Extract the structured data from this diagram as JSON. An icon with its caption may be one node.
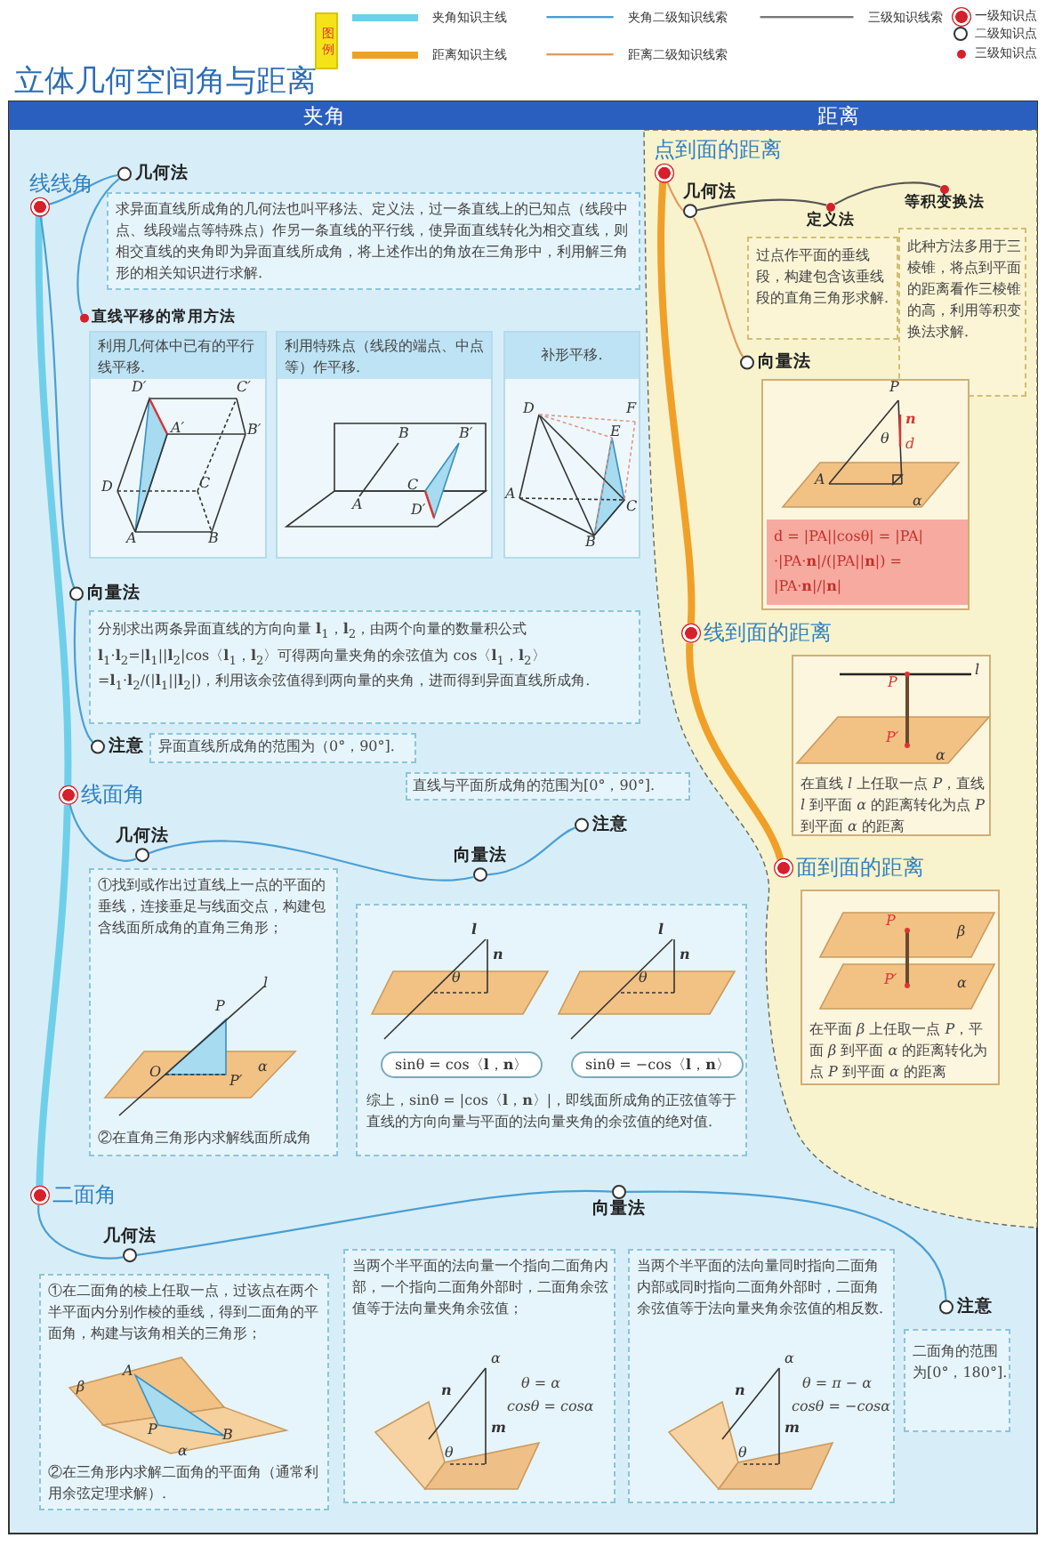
{
  "diagram": {
    "title": "立体几何空间角与距离",
    "nodes": [
      {
        "text": [
          "夹角"
        ]
      },
      {
        "text": [
          "距离"
        ]
      },
      {
        "text": [
          "线线角"
        ]
      },
      {
        "text": [
          "几何法"
        ]
      },
      {
        "text": [
          "求异面直线所成角的几何法也叫平移法、定义法，过一条直线上的已知点（线段中点、线段端点等特殊点）作另一条直线的平行线，使异面直线转化为相交直线，则相交直线的夹角即为异面直线所成角，将上述作出的角放在三角形中，利用解三角形的相关知识进行求解."
        ]
      },
      {
        "text": [
          "直线平移的常用方法"
        ]
      },
      {
        "text": [
          "利用几何体中已有的平行线平移."
        ]
      },
      {
        "text": [
          "利用特殊点（线段的端点、中点等）作平移."
        ]
      },
      {
        "text": [
          "补形平移."
        ]
      },
      {
        "text": [
          "向量法"
        ]
      },
      {
        "text": [
          "分别求出两条异面直线的方向向量 **l**$_{1}$，**l**$_{2}$，由两个向量的数量积公式 **l**$_{1}$·**l**$_{2}$=|**l**$_{1}$||**l**$_{2}$|cos〈**l**$_{1}$，**l**$_{2}$〉可得两向量夹角的余弦值为 cos〈**l**$_{1}$，**l**$_{2}$〉=**l**$_{1}$·**l**$_{2}$/(|**l**$_{1}$||**l**$_{2}$|)，利用该余弦值得到两向量的夹角，进而得到异面直线所成角."
        ]
      },
      {
        "text": [
          "注意"
        ]
      },
      {
        "text": [
          "异面直线所成角的范围为（0°，90°]."
        ]
      },
      {
        "text": [
          "线面角"
        ]
      },
      {
        "text": [
          "直线与平面所成角的范围为[0°，90°]."
        ]
      },
      {
        "text": [
          "几何法"
        ]
      },
      {
        "text": [
          "向量法"
        ]
      },
      {
        "text": [
          "注意"
        ]
      },
      {
        "text": [
          "①找到或作出过直线上一点的平面的垂线，连接垂足与线面交点，构建包含线面所成角的直角三角形；",
          "②在直角三角形内求解线面所成角"
        ]
      },
      {
        "text": [
          "sinθ = cos〈**l**，**n**〉",
          "sinθ = −cos〈**l**，**n**〉",
          "综上，sinθ = |cos〈**l**，**n**〉|，即线面所成角的正弦值等于直线的方向向量与平面的法向量夹角的余弦值的绝对值."
        ]
      },
      {
        "text": [
          "二面角"
        ]
      },
      {
        "text": [
          "几何法"
        ]
      },
      {
        "text": [
          "向量法"
        ]
      },
      {
        "text": [
          "注意"
        ]
      },
      {
        "text": [
          "①在二面角的棱上任取一点，过该点在两个半平面内分别作棱的垂线，得到二面角的平面角，构建与该角相关的三角形；",
          "②在三角形内求解二面角的平面角（通常利用余弦定理求解）."
        ]
      },
      {
        "text": [
          "当两个半平面的法向量一个指向二面角内部，一个指向二面角外部时，二面角余弦值等于法向量夹角余弦值；",
          "θ = α",
          "cosθ = cosα"
        ]
      },
      {
        "text": [
          "当两个半平面的法向量同时指向二面角内部或同时指向二面角外部时，二面角余弦值等于法向量夹角余弦值的相反数.",
          "θ = π − α",
          "cosθ = −cosα"
        ]
      },
      {
        "text": [
          "二面角的范围为[0°，180°]."
        ]
      },
      {
        "text": [
          "点到面的距离"
        ]
      },
      {
        "text": [
          "几何法"
        ]
      },
      {
        "text": [
          "定义法"
        ]
      },
      {
        "text": [
          "等积变换法"
        ]
      },
      {
        "text": [
          "过点作平面的垂线段，构建包含该垂线段的直角三角形求解."
        ]
      },
      {
        "text": [
          "此种方法多用于三棱锥，将点到平面的距离看作三棱锥的高，利用等积变换法求解."
        ]
      },
      {
        "text": [
          "向量法"
        ]
      },
      {
        "text": [
          "d = |PA||cosθ| = |PA|·|PA·**n**|/(|PA||**n**|) = |PA·**n**|/|**n**|"
        ]
      },
      {
        "text": [
          "线到面的距离"
        ]
      },
      {
        "text": [
          "在直线 *l* 上任取一点 *P*，直线 *l* 到平面 *α* 的距离转化为点 *P* 到平面 *α* 的距离"
        ]
      },
      {
        "text": [
          "面到面的距离"
        ]
      },
      {
        "text": [
          "在平面 *β* 上任取一点 *P*，平面 *β* 到平面 *α* 的距离转化为点 *P* 到平面 *α* 的距离"
        ]
      }
    ],
    "edges": [
      {
        "from": 2,
        "to": 13,
        "arrow": "none",
        "style": "thick",
        "color": "#6fcfea"
      },
      {
        "from": 13,
        "to": 20,
        "arrow": "none",
        "style": "thick",
        "color": "#6fcfea"
      },
      {
        "from": 2,
        "to": 3,
        "arrow": "none"
      },
      {
        "from": 3,
        "to": 5,
        "arrow": "none"
      },
      {
        "from": 2,
        "to": 9,
        "arrow": "none"
      },
      {
        "from": 9,
        "to": 11,
        "arrow": "none"
      },
      {
        "from": 13,
        "to": 15,
        "arrow": "none"
      },
      {
        "from": 15,
        "to": 16,
        "arrow": "none"
      },
      {
        "from": 16,
        "to": 17,
        "arrow": "none"
      },
      {
        "from": 20,
        "to": 21,
        "arrow": "none"
      },
      {
        "from": 21,
        "to": 22,
        "arrow": "none"
      },
      {
        "from": 22,
        "to": 23,
        "arrow": "none"
      },
      {
        "from": 28,
        "to": 36,
        "arrow": "none",
        "style": "thick",
        "color": "#f0a028"
      },
      {
        "from": 36,
        "to": 38,
        "arrow": "none",
        "style": "thick",
        "color": "#f0a028"
      },
      {
        "from": 28,
        "to": 29,
        "arrow": "none",
        "color": "#e39a5c"
      },
      {
        "from": 29,
        "to": 30,
        "arrow": "none",
        "color": "#555555"
      },
      {
        "from": 30,
        "to": 31,
        "arrow": "none",
        "color": "#555555"
      },
      {
        "from": 29,
        "to": 34,
        "arrow": "none",
        "color": "#e39a5c"
      }
    ],
    "labels": [
      "图例",
      "D′",
      "C′",
      "A′",
      "B′",
      "D",
      "C",
      "A",
      "B",
      "B",
      "B′",
      "A",
      "C",
      "D′",
      "D",
      "E",
      "F",
      "A",
      "C",
      "B",
      "P",
      "θ",
      "n",
      "d",
      "A",
      "α",
      "l",
      "P",
      "P′",
      "α",
      "β",
      "P",
      "P′",
      "α",
      "P",
      "l",
      "O",
      "P′",
      "α",
      "l",
      "n",
      "θ",
      "l",
      "n",
      "θ",
      "A",
      "β",
      "P",
      "B",
      "α",
      "α",
      "n",
      "m",
      "θ",
      "α",
      "n",
      "m",
      "θ"
    ],
    "legend": [
      {
        "text": "夹角知识主线"
      },
      {
        "text": "夹角二级知识线索"
      },
      {
        "text": "三级知识线索"
      },
      {
        "text": "一级知识点"
      },
      {
        "text": "二级知识点"
      },
      {
        "text": "距离知识主线"
      },
      {
        "text": "距离二级知识线索"
      },
      {
        "text": "三级知识点"
      }
    ]
  }
}
